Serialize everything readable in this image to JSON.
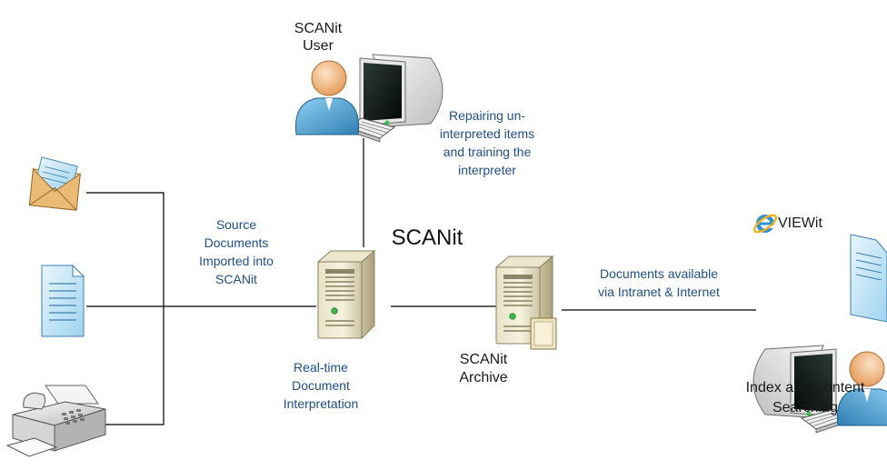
{
  "labels": {
    "user": [
      "SCANit",
      "User"
    ],
    "repair": [
      "Repairing un-",
      "interpreted items",
      "and training the",
      "interpreter"
    ],
    "source": [
      "Source",
      "Documents",
      "Imported into",
      "SCANit"
    ],
    "scanit": "SCANit",
    "realtime": [
      "Real-time",
      "Document",
      "Interpretation"
    ],
    "archive": [
      "SCANit",
      "Archive"
    ],
    "docs_available": [
      "Documents  available",
      "via Intranet & Internet"
    ],
    "viewit": "VIEWit",
    "index": [
      "Index and Content",
      "Searching"
    ]
  },
  "icons": {
    "envelope": "envelope-icon",
    "document": "document-icon",
    "fax": "fax-machine-icon",
    "server": "server-icon",
    "archive_server": "archive-server-icon",
    "workstation_user": "user-workstation-icon",
    "browser": "internet-explorer-icon"
  },
  "colors": {
    "label_blue": "#1f4e8c",
    "connector": "#000000"
  }
}
